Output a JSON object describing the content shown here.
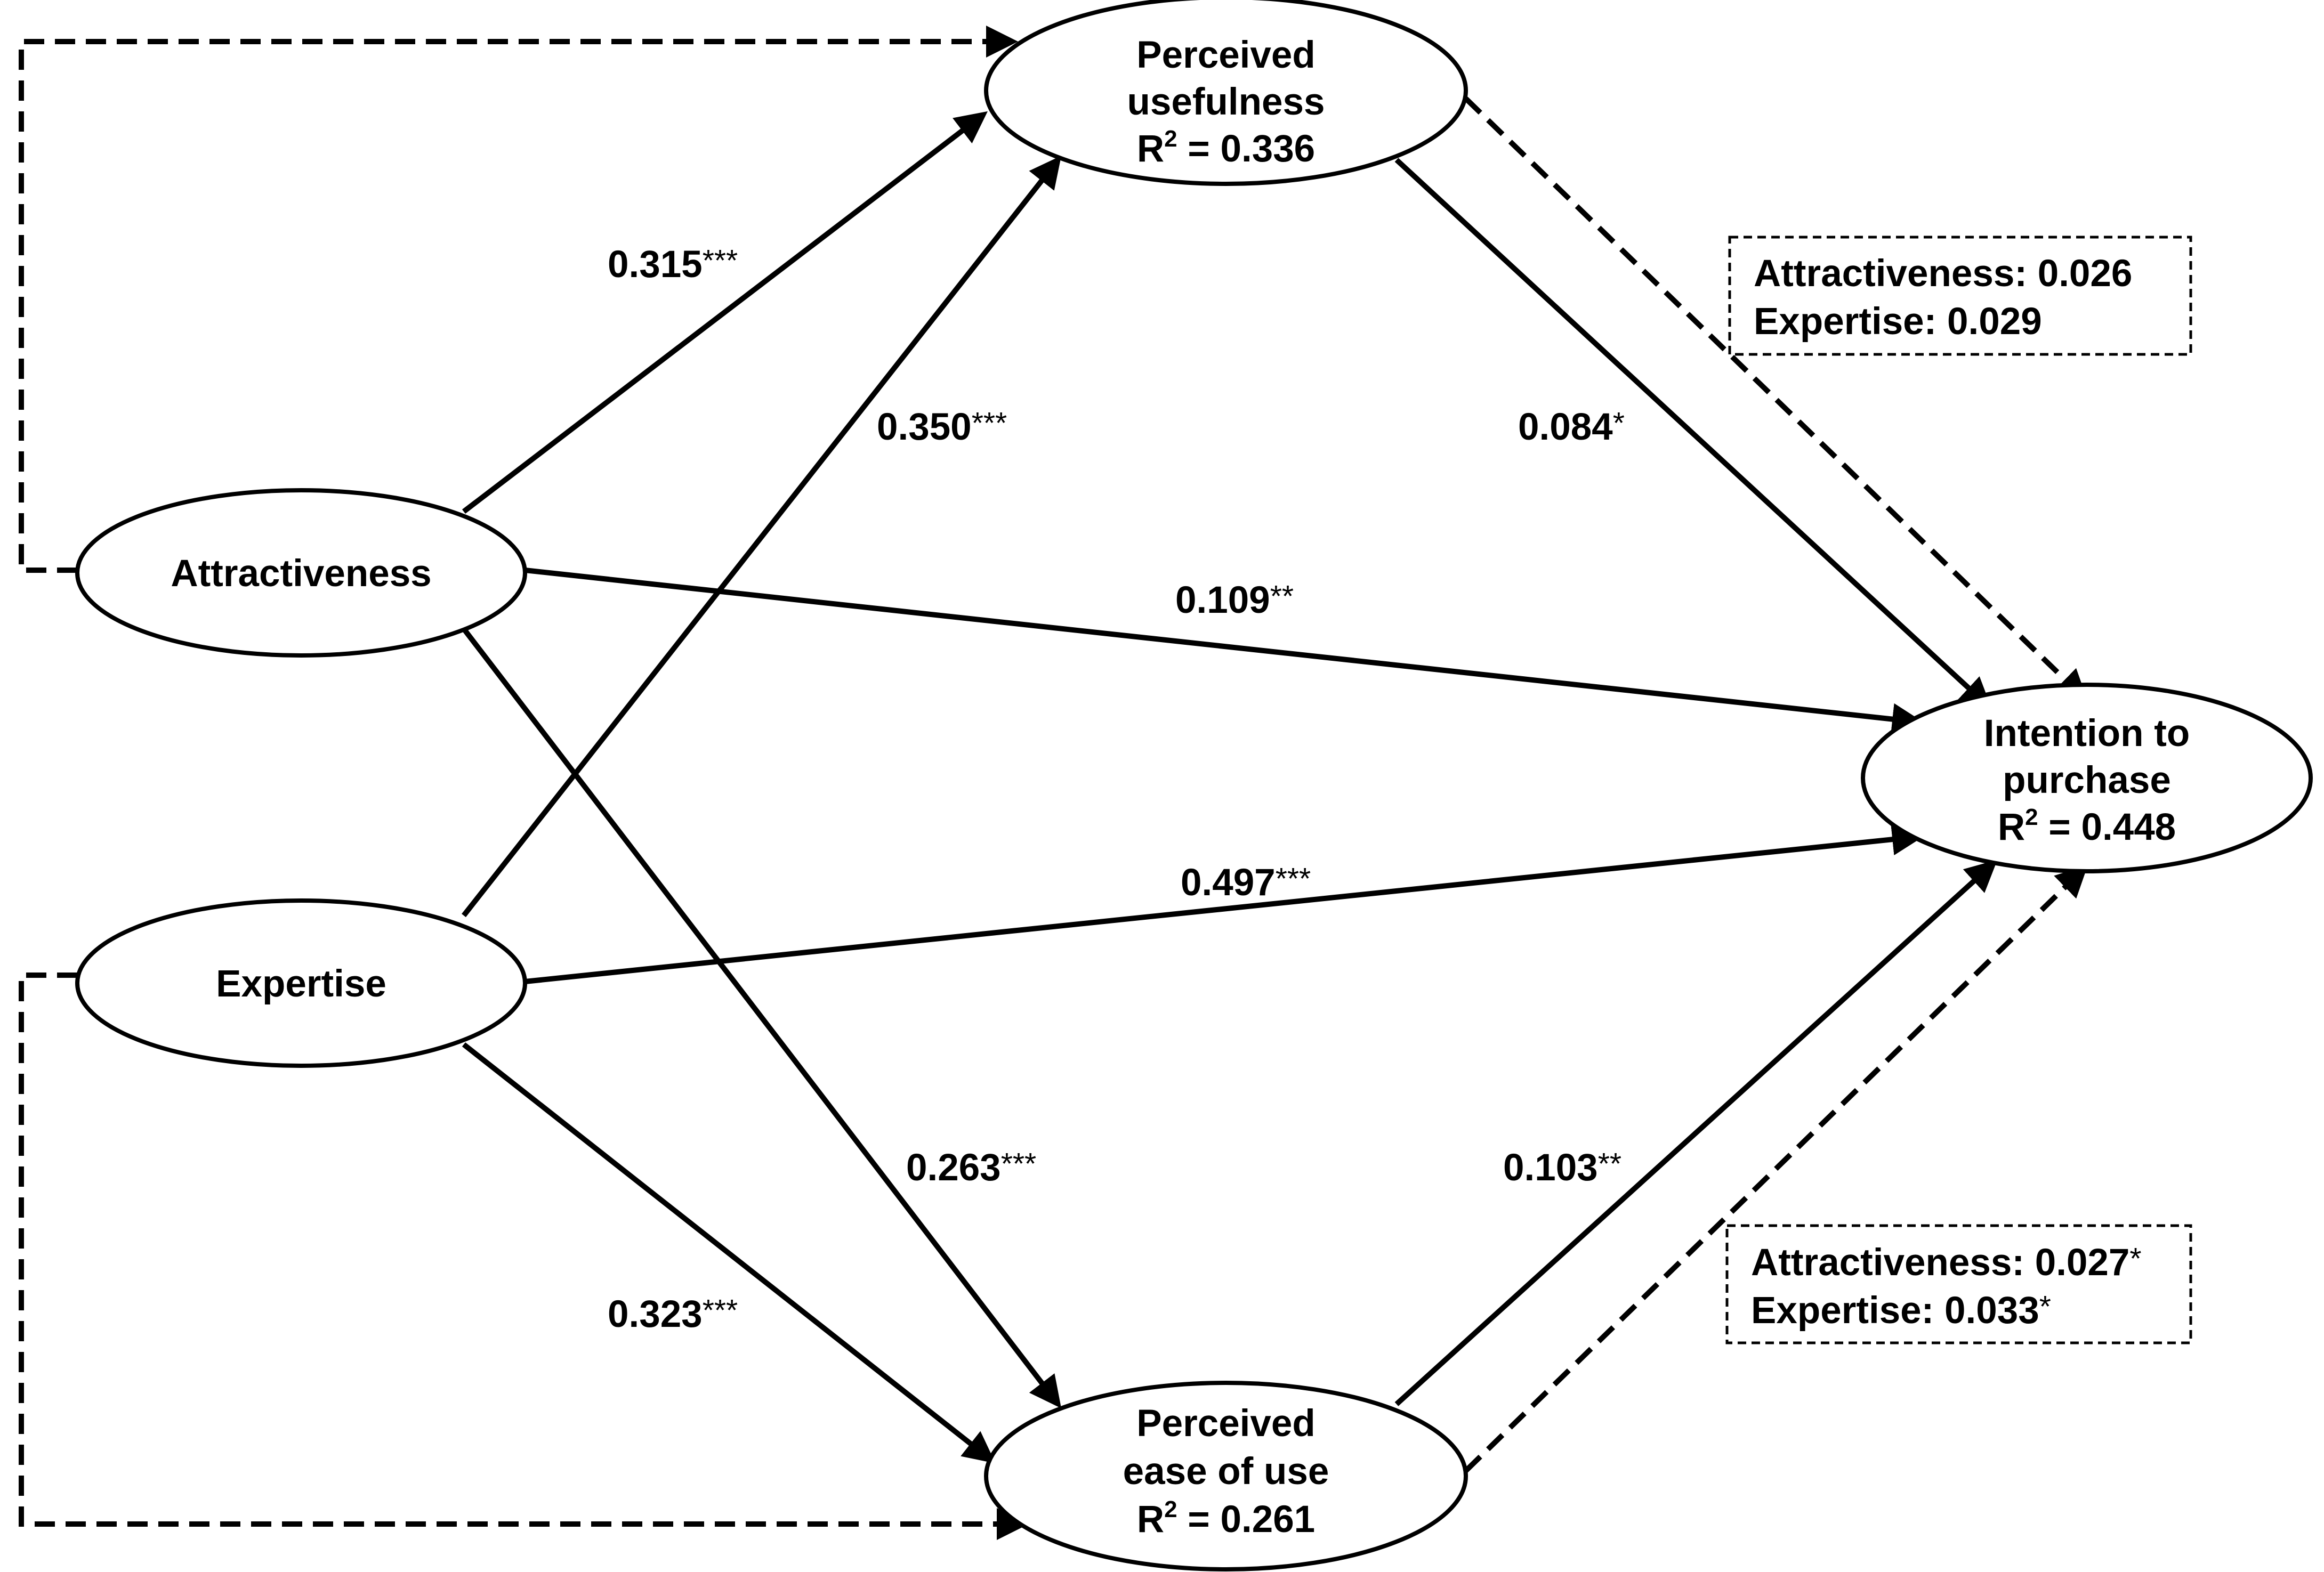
{
  "nodes": {
    "attractiveness": {
      "lines": [
        "Attractiveness"
      ]
    },
    "expertise": {
      "lines": [
        "Expertise"
      ]
    },
    "usefulness": {
      "lines": [
        "Perceived",
        "usefulness"
      ],
      "r2_label": "R",
      "r2_sup": "2",
      "r2_value": " = 0.336"
    },
    "ease": {
      "lines": [
        "Perceived",
        "ease of use"
      ],
      "r2_label": "R",
      "r2_sup": "2",
      "r2_value": " = 0.261"
    },
    "intention": {
      "lines": [
        "Intention to",
        "purchase"
      ],
      "r2_label": "R",
      "r2_sup": "2",
      "r2_value": " = 0.448"
    }
  },
  "paths": {
    "attr_useful": {
      "value": "0.315",
      "stars": "***"
    },
    "exp_useful": {
      "value": "0.350",
      "stars": "***"
    },
    "useful_intent": {
      "value": "0.084",
      "stars": "*"
    },
    "attr_intent": {
      "value": "0.109",
      "stars": "**"
    },
    "exp_intent": {
      "value": "0.497",
      "stars": "***"
    },
    "attr_ease": {
      "value": "0.263",
      "stars": "***"
    },
    "ease_intent": {
      "value": "0.103",
      "stars": "**"
    },
    "exp_ease": {
      "value": "0.323",
      "stars": "***"
    }
  },
  "indirect_boxes": {
    "usefulness": {
      "line1": "Attractiveness: 0.026",
      "line2": "Expertise: 0.029"
    },
    "ease": {
      "line1": "Attractiveness: 0.027",
      "line1_stars": "*",
      "line2": "Expertise: 0.033",
      "line2_stars": "*"
    }
  },
  "colors": {
    "ink": "#000000",
    "background": "#ffffff"
  }
}
